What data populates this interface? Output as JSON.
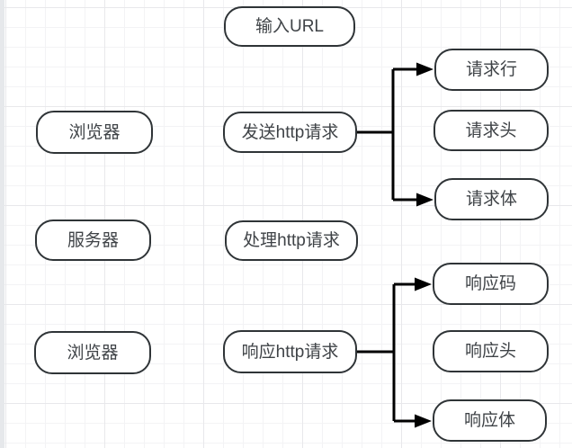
{
  "canvas": {
    "grid": "on"
  },
  "colors": {
    "node_border": "#2f3437",
    "node_fill": "#ffffff",
    "edge": "#000000",
    "text": "#3f4347"
  },
  "nodes": {
    "input_url": {
      "label": "输入URL"
    },
    "browser_top": {
      "label": "浏览器"
    },
    "send_request": {
      "label": "发送http请求"
    },
    "request_line": {
      "label": "请求行"
    },
    "request_header": {
      "label": "请求头"
    },
    "request_body": {
      "label": "请求体"
    },
    "server": {
      "label": "服务器"
    },
    "process_request": {
      "label": "处理http请求"
    },
    "browser_bottom": {
      "label": "浏览器"
    },
    "respond_request": {
      "label": "响应http请求"
    },
    "response_code": {
      "label": "响应码"
    },
    "response_header": {
      "label": "响应头"
    },
    "response_body": {
      "label": "响应体"
    }
  },
  "edges": [
    {
      "from": "send_request",
      "to": "request_line",
      "arrow": true
    },
    {
      "from": "send_request",
      "to": "request_body",
      "arrow": true
    },
    {
      "from": "respond_request",
      "to": "response_code",
      "arrow": true
    },
    {
      "from": "respond_request",
      "to": "response_body",
      "arrow": true
    }
  ]
}
